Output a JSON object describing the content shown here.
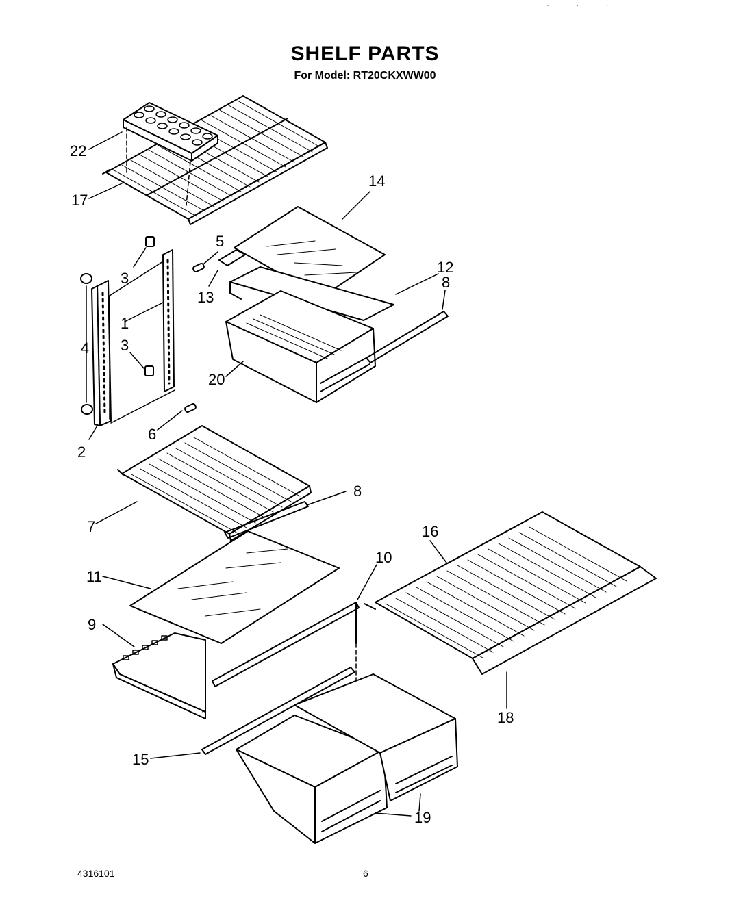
{
  "header": {
    "title": "SHELF PARTS",
    "subtitle": "For Model: RT20CKXWW00"
  },
  "callouts": {
    "c22": "22",
    "c17": "17",
    "c14": "14",
    "c5": "5",
    "c3a": "3",
    "c13": "13",
    "c12": "12",
    "c8a": "8",
    "c4": "4",
    "c1": "1",
    "c3b": "3",
    "c20": "20",
    "c6": "6",
    "c2": "2",
    "c8b": "8",
    "c7": "7",
    "c16": "16",
    "c10": "10",
    "c11": "11",
    "c9": "9",
    "c18": "18",
    "c15": "15",
    "c19": "19"
  },
  "footer": {
    "part_number": "4316101",
    "page_number": "6"
  }
}
